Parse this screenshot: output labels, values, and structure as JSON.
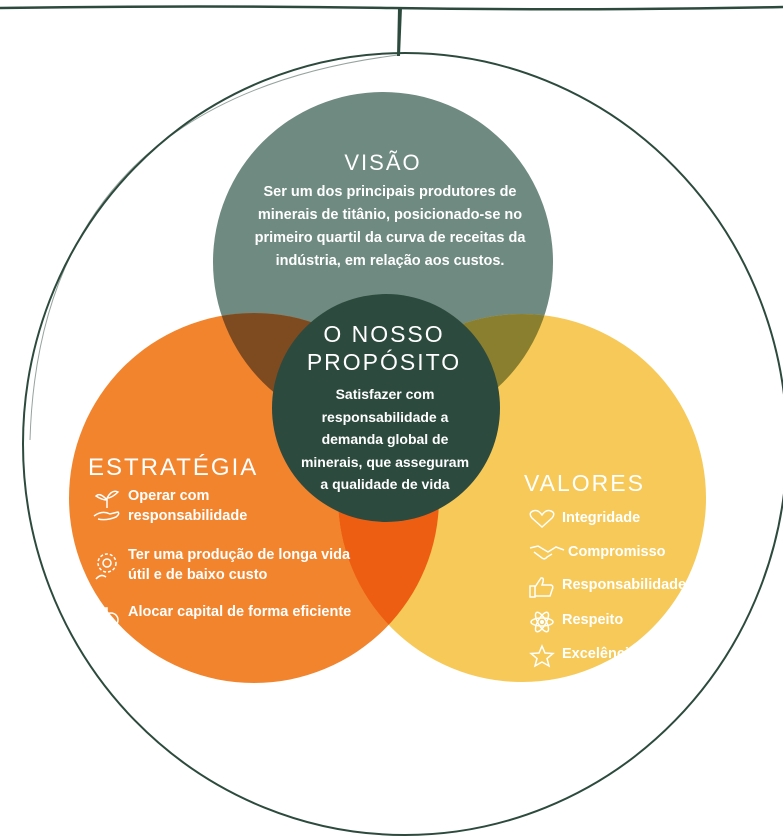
{
  "visao": {
    "title": "VISÃO",
    "text": "Ser um dos principais produtores de minerais de titânio, posicionado-se no primeiro quartil da curva de receitas da indústria, em relação aos custos."
  },
  "proposito": {
    "title_line1": "O NOSSO",
    "title_line2": "PROPÓSITO",
    "text": "Satisfazer com responsabilidade a demanda global de minerais, que asseguram a qualidade de vida"
  },
  "estrategia": {
    "title": "ESTRATÉGIA",
    "items": [
      {
        "label": "Operar com responsabilidade",
        "icon": "plant-hand-icon"
      },
      {
        "label": "Ter uma produção de longa vida útil e de baixo custo",
        "icon": "gear-leaf-icon"
      },
      {
        "label": "Alocar capital de forma eficiente",
        "icon": "money-icon"
      }
    ]
  },
  "valores": {
    "title": "VALORES",
    "items": [
      {
        "label": "Integridade",
        "icon": "heart-icon"
      },
      {
        "label": "Compromisso",
        "icon": "handshake-icon"
      },
      {
        "label": "Responsabilidade",
        "icon": "thumbs-up-icon"
      },
      {
        "label": "Respeito",
        "icon": "atom-icon"
      },
      {
        "label": "Excelência",
        "icon": "star-icon"
      }
    ]
  },
  "colors": {
    "visao": "#6f8a80",
    "estrategia": "#f07d22",
    "valores": "#f5c64f",
    "proposito": "#2d4a3e",
    "outline": "#2d4a3e"
  }
}
